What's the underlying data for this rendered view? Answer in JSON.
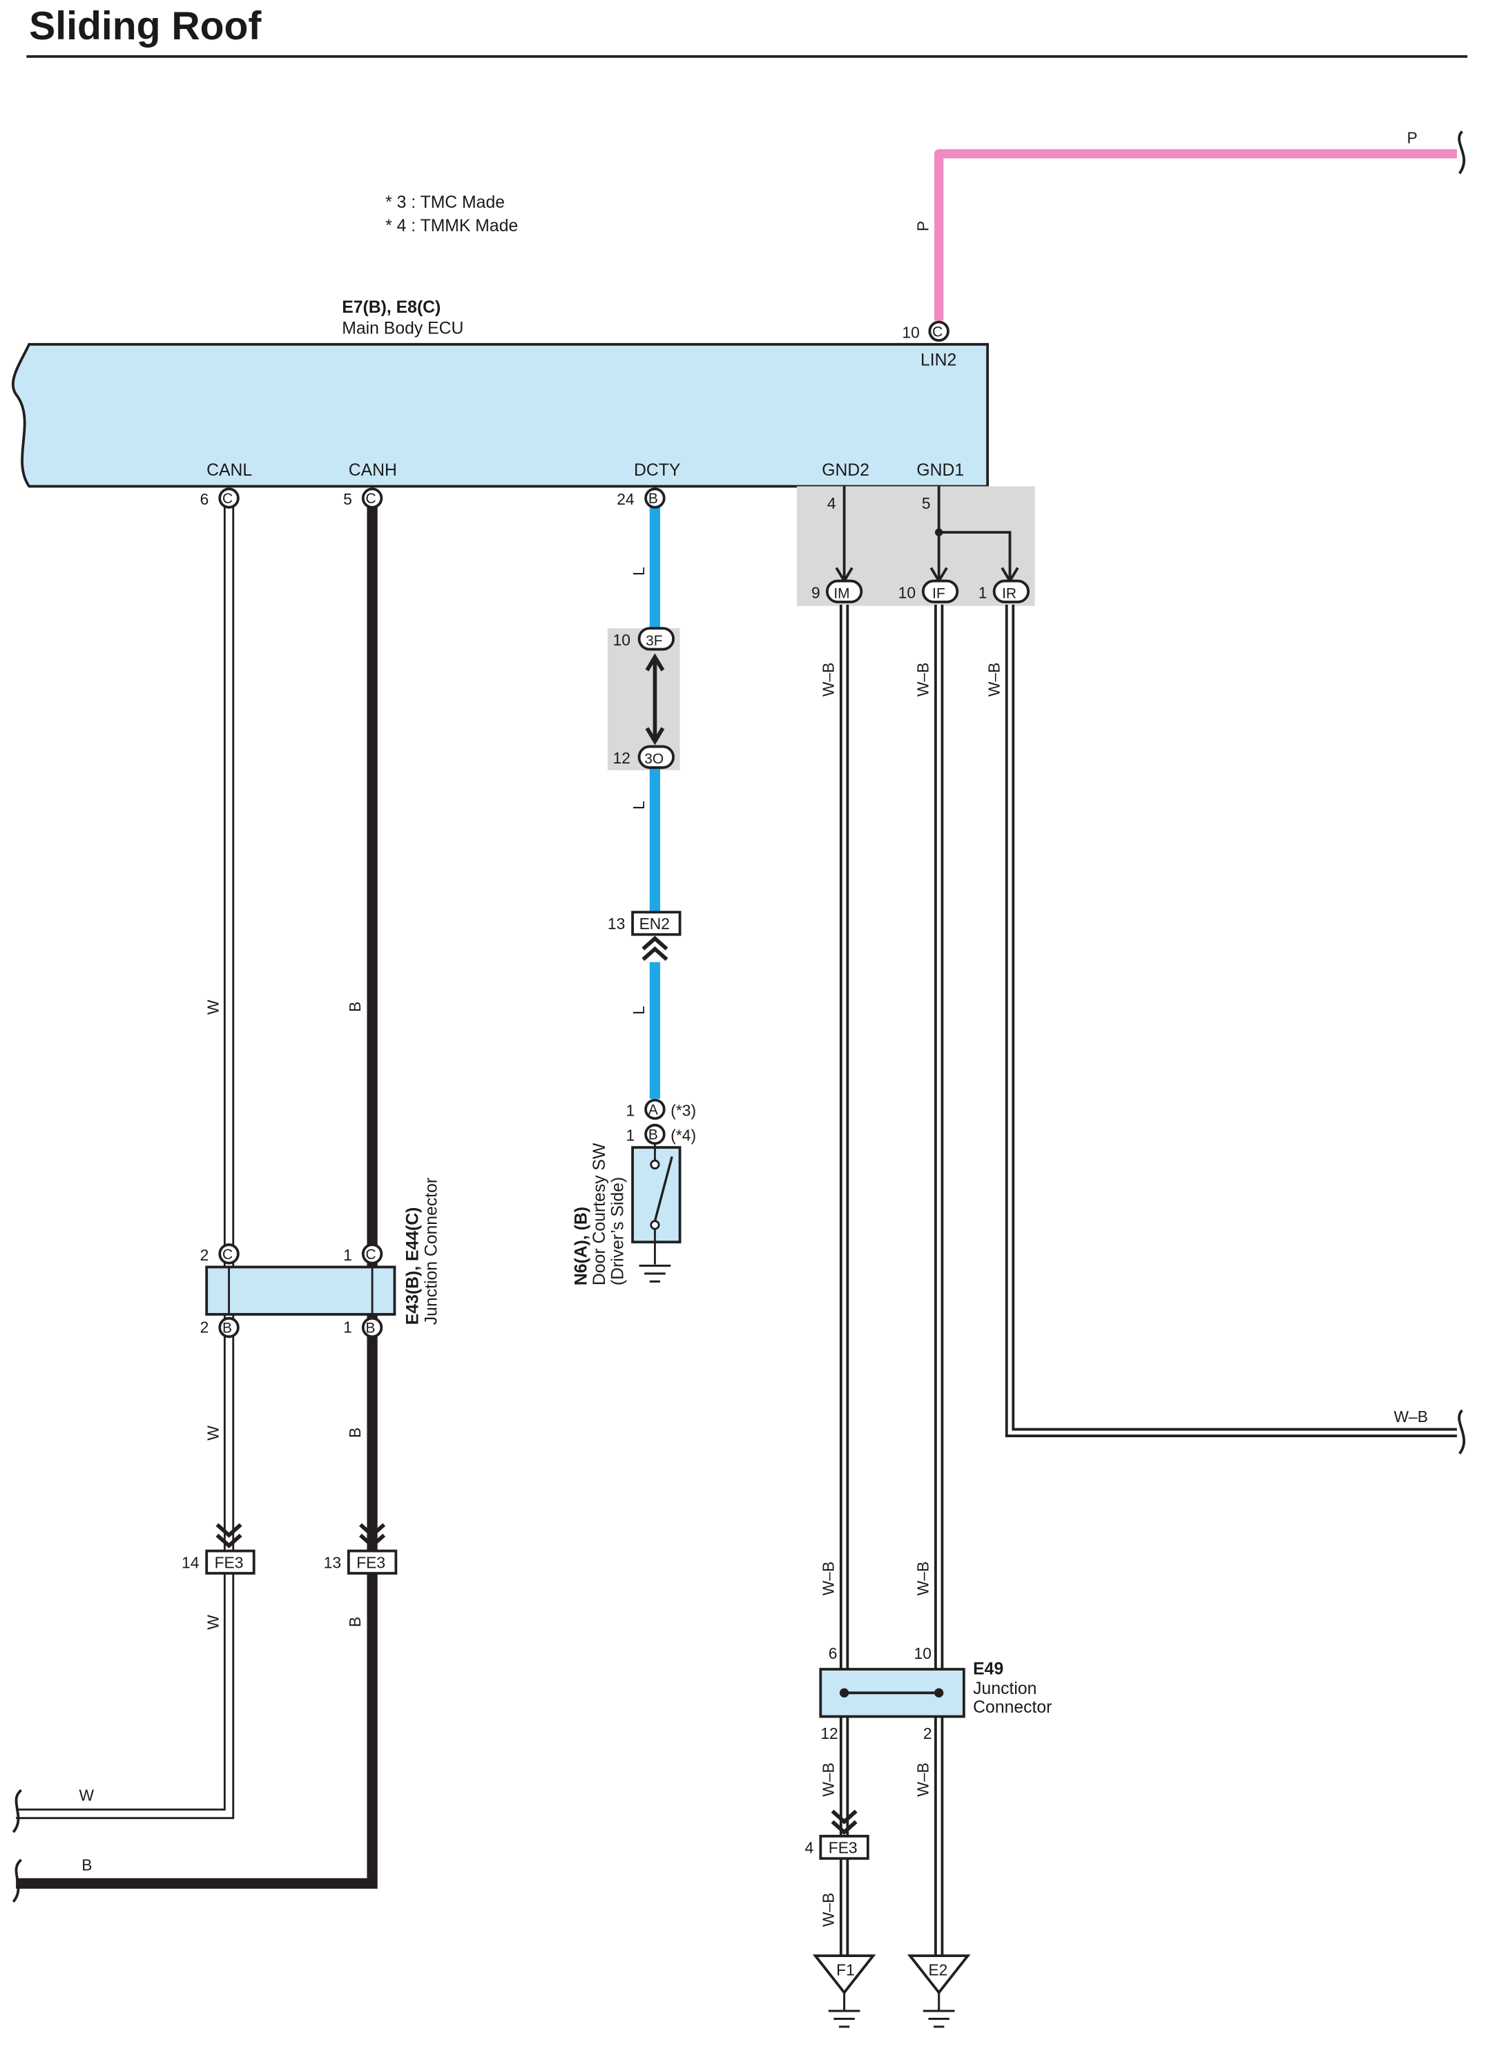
{
  "title": "Sliding Roof",
  "notes": [
    "* 3 : TMC Made",
    "* 4 : TMMK Made"
  ],
  "colors": {
    "ecu_fill": "#c7e7f7",
    "gray_box": "#d9d9d9",
    "pink_wire": "#f08ac0",
    "blue_wire": "#1fa6e6",
    "black_wire": "#231f20",
    "white_wire": "#ffffff",
    "outline": "#231f20"
  },
  "ecu": {
    "id": "E7(B), E8(C)",
    "name": "Main Body ECU",
    "terminals": {
      "lin2": "LIN2",
      "canl": "CANL",
      "canh": "CANH",
      "dcty": "DCTY",
      "gnd2": "GND2",
      "gnd1": "GND1"
    }
  },
  "pins": {
    "lin2_num": "10",
    "lin2_conn": "C",
    "canl_num": "6",
    "canl_conn": "C",
    "canh_num": "5",
    "canh_conn": "C",
    "dcty_num": "24",
    "dcty_conn": "B",
    "gnd2_num": "4",
    "gnd1_num": "5",
    "im_num": "9",
    "im_conn": "IM",
    "if_num": "10",
    "if_conn": "IF",
    "ir_num": "1",
    "ir_conn": "IR",
    "f3_num": "10",
    "f3_conn": "3F",
    "o3_num": "12",
    "o3_conn": "3O",
    "en2_num": "13",
    "en2_conn": "EN2",
    "n6a_num": "1",
    "n6a_conn": "A",
    "n6a_note": "(*3)",
    "n6b_num": "1",
    "n6b_conn": "B",
    "n6b_note": "(*4)",
    "jc_tl_num": "2",
    "jc_tl_conn": "C",
    "jc_tr_num": "1",
    "jc_tr_conn": "C",
    "jc_bl_num": "2",
    "jc_bl_conn": "B",
    "jc_br_num": "1",
    "jc_br_conn": "B",
    "fe3a_num": "14",
    "fe3a_conn": "FE3",
    "fe3b_num": "13",
    "fe3b_conn": "FE3",
    "e49_l_top": "6",
    "e49_r_top": "10",
    "e49_l_bot": "12",
    "e49_r_bot": "2",
    "fe3c_num": "4",
    "fe3c_conn": "FE3"
  },
  "wire_colors": {
    "p": "P",
    "w": "W",
    "b": "B",
    "l": "L",
    "wb": "W–B"
  },
  "switch": {
    "id": "N6(A), (B)",
    "line1": "Door Courtesy SW",
    "line2": "(Driver’s Side)"
  },
  "junction_e43": {
    "id": "E43(B), E44(C)",
    "name": "Junction Connector"
  },
  "junction_e49": {
    "id": "E49",
    "line1": "Junction",
    "line2": "Connector"
  },
  "grounds": {
    "f1": "F1",
    "e2": "E2"
  }
}
